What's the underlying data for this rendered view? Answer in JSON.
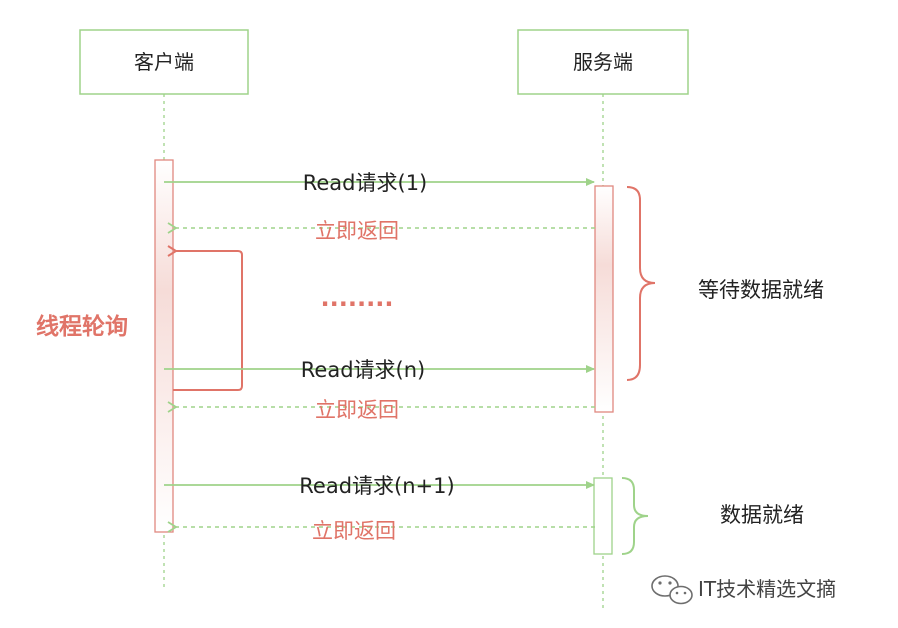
{
  "participants": {
    "client": "客户端",
    "server": "服务端"
  },
  "messages": {
    "request_1": "Read请求(1)",
    "return_1": "立即返回",
    "ellipsis": "........",
    "request_n": "Read请求(n)",
    "return_n": "立即返回",
    "request_n1": "Read请求(n+1)",
    "return_n1": "立即返回"
  },
  "annotations": {
    "polling": "线程轮询",
    "waiting": "等待数据就绪",
    "ready": "数据就绪"
  },
  "watermark": {
    "text": "IT技术精选文摘",
    "icon": "wechat-icon"
  },
  "colors": {
    "green": "#9fd38a",
    "red": "#e07468",
    "text": "#222222"
  }
}
